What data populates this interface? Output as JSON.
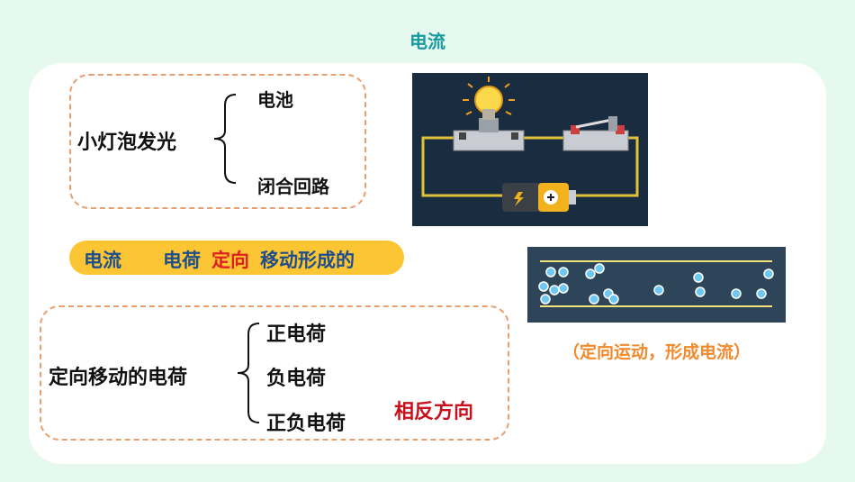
{
  "title": "电流",
  "box1": {
    "main": "小灯泡发光",
    "items": [
      "电池",
      "闭合回路"
    ]
  },
  "definition": {
    "term": "电流",
    "part1": "电荷",
    "highlight": "定向",
    "part2": "移动形成的"
  },
  "box2": {
    "main": "定向移动的电荷",
    "items": [
      "正电荷",
      "负电荷",
      "正负电荷"
    ],
    "note": "相反方向"
  },
  "caption": "（定向运动，形成电流）",
  "colors": {
    "background": "#e6f9ef",
    "title": "#1a9a9e",
    "dashed_border": "#e8a070",
    "pill": "#fcc533",
    "term": "#1f4e8c",
    "highlight": "#e02020",
    "note": "#c8101c",
    "caption": "#f08a2c"
  },
  "images": {
    "circuit": "circuit-illustration",
    "flow": "charge-flow-illustration"
  }
}
